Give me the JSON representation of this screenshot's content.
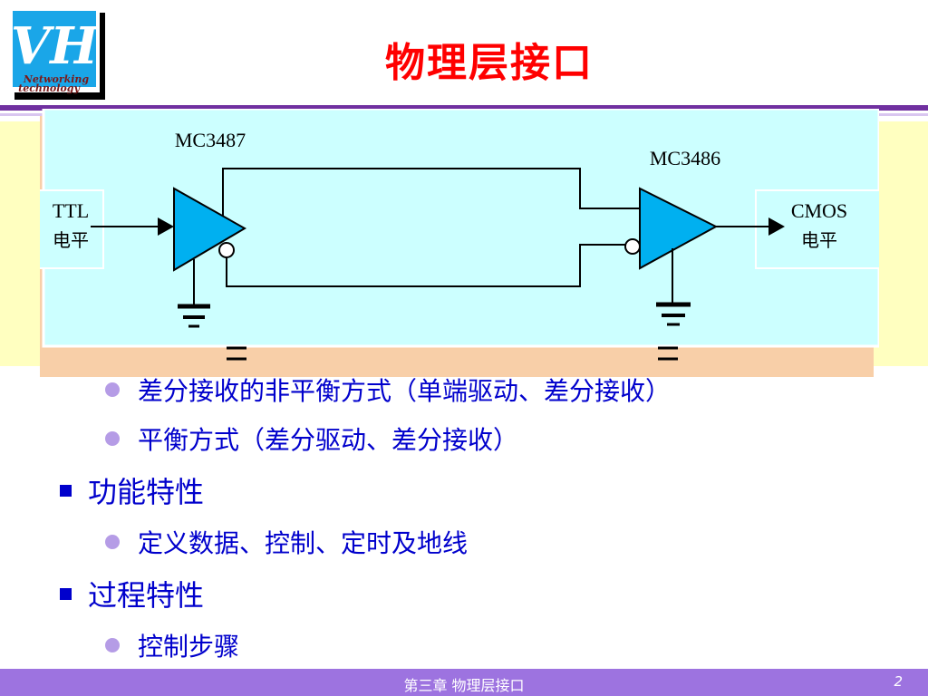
{
  "title": "物理层接口",
  "logo": {
    "lettering": "VH",
    "line1": "Networking",
    "line2": "technology"
  },
  "diagram": {
    "driver_label": "MC3487",
    "receiver_label": "MC3486",
    "input_label_1": "TTL",
    "input_label_2": "电平",
    "output_label_1": "CMOS",
    "output_label_2": "电平"
  },
  "bullets": [
    {
      "level": 2,
      "text": "差分接收的非平衡方式（单端驱动、差分接收）"
    },
    {
      "level": 2,
      "text": "平衡方式（差分驱动、差分接收）"
    },
    {
      "level": 1,
      "text": "功能特性"
    },
    {
      "level": 2,
      "text": "定义数据、控制、定时及地线"
    },
    {
      "level": 1,
      "text": "过程特性"
    },
    {
      "level": 2,
      "text": "控制步骤"
    }
  ],
  "footer": {
    "text": "第三章  物理层接口",
    "page": "2"
  },
  "colors": {
    "title": "#ff0000",
    "bullet_text": "#0000cc",
    "footer_bg": "#9d73e0",
    "diagram_bg": "#ccffff",
    "amplifier": "#00b0f0"
  }
}
